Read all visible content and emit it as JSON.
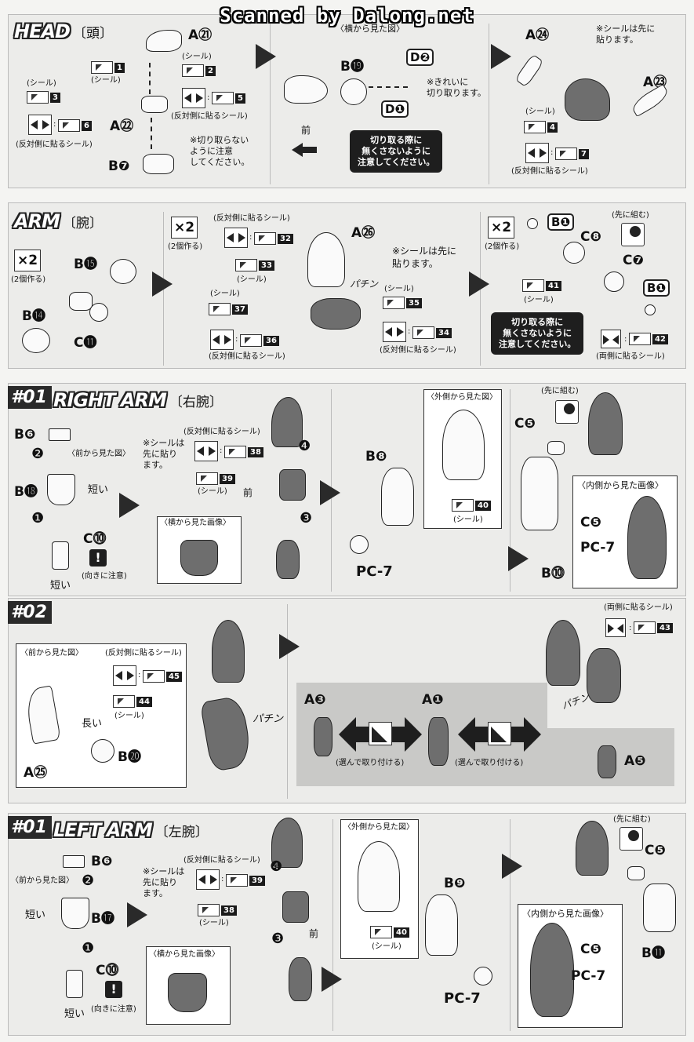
{
  "watermark": "Scanned by Dalong.net",
  "head": {
    "title": "HEAD",
    "title_jp": "〔頭〕",
    "parts": {
      "a21": "A㉑",
      "a22": "A㉒",
      "b7": "B❼",
      "b19": "B⓳",
      "d2": "D❷",
      "d1": "D❶",
      "a24": "A㉔",
      "a23": "A㉓"
    },
    "sticker_label": "(シール)",
    "opposite_label": "(反対側に貼るシール)",
    "side_view": "〈横から見た図〉",
    "front": "前",
    "note_nocut": "※切り取らない\nように注意\nしてください。",
    "note_clean": "※きれいに\n切り取ります。",
    "note_first": "※シールは先に\n貼ります。",
    "warn": "切り取る際に\n無くさないように\n注意してください。",
    "stickers": [
      "1",
      "2",
      "3",
      "5",
      "6",
      "4",
      "7"
    ]
  },
  "arm": {
    "title": "ARM",
    "title_jp": "〔腕〕",
    "x2": "×2",
    "x2_label": "(2個作る)",
    "parts": {
      "b15": "B⓯",
      "b14": "B⓮",
      "c11": "C⓫",
      "a26": "A㉖",
      "b1a": "B❶",
      "c8": "C❽",
      "c7": "C❼",
      "b1b": "B❶"
    },
    "opposite_label": "(反対側に貼るシール)",
    "sticker_label": "(シール)",
    "note_first": "※シールは先に\n貼ります。",
    "snap": "パチン",
    "preassemble": "(先に組む)",
    "both_label": "(両側に貼るシール)",
    "warn": "切り取る際に\n無くさないように\n注意してください。",
    "stickers": [
      "32",
      "33",
      "37",
      "36",
      "35",
      "34",
      "41",
      "42"
    ]
  },
  "right_arm": {
    "num": "#01",
    "title": "RIGHT ARM",
    "title_jp": "〔右腕〕",
    "parts": {
      "b6": "B❻",
      "b18": "B⓲",
      "c10": "C⓾",
      "b8": "B❽",
      "pc7": "PC-7",
      "c5": "C❺",
      "b10": "B⓾",
      "c5b": "C❺",
      "pc7b": "PC-7"
    },
    "front_view": "〈前から見た図〉",
    "short": "短い",
    "orientation": "(向きに注意)",
    "note_first": "※シールは\n先に貼り\nます。",
    "opposite_label": "(反対側に貼るシール)",
    "sticker_label": "(シール)",
    "front": "前",
    "side_image": "〈横から見た画像〉",
    "outer_view": "〈外側から見た図〉",
    "preassemble": "(先に組む)",
    "inner_image": "〈内側から見た画像〉",
    "stickers": [
      "38",
      "39",
      "40"
    ],
    "steps": [
      "❶",
      "❷",
      "❸",
      "❹"
    ]
  },
  "step02": {
    "num": "#02",
    "front_view": "〈前から見た図〉",
    "opposite_label": "(反対側に貼るシール)",
    "sticker_label": "(シール)",
    "long": "長い",
    "parts": {
      "a25": "A㉕",
      "b20": "B⓴",
      "a3": "A❸",
      "a1": "A❶",
      "a5": "A❺"
    },
    "snap": "パチン",
    "choose": "(選んで取り付ける)",
    "both_label": "(両側に貼るシール)",
    "stickers": [
      "45",
      "44",
      "43"
    ]
  },
  "left_arm": {
    "num": "#01",
    "title": "LEFT ARM",
    "title_jp": "〔左腕〕",
    "parts": {
      "b6": "B❻",
      "b17": "B⓱",
      "c10": "C⓾",
      "b9": "B❾",
      "pc7": "PC-7",
      "c5": "C❺",
      "b11": "B⓫",
      "c5b": "C❺",
      "pc7b": "PC-7"
    },
    "front_view": "〈前から見た図〉",
    "short": "短い",
    "orientation": "(向きに注意)",
    "note_first": "※シールは\n先に貼り\nます。",
    "opposite_label": "(反対側に貼るシール)",
    "sticker_label": "(シール)",
    "front": "前",
    "side_image": "〈横から見た画像〉",
    "outer_view": "〈外側から見た図〉",
    "preassemble": "(先に組む)",
    "inner_image": "〈内側から見た画像〉",
    "stickers": [
      "39",
      "38",
      "40"
    ],
    "steps": [
      "❶",
      "❷",
      "❸",
      "❹"
    ]
  }
}
